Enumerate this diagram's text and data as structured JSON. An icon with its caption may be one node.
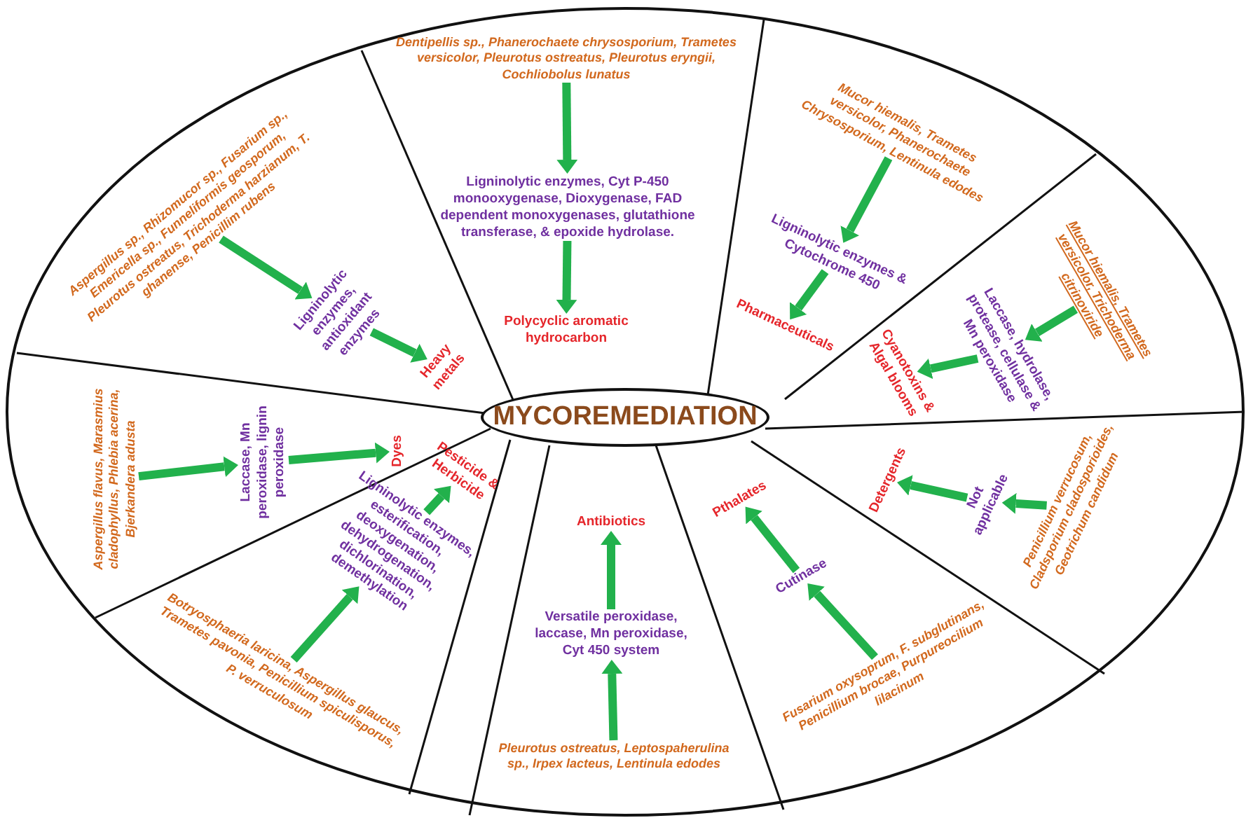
{
  "diagram": {
    "nodes": [
      {
        "text": [
          "MYCOREMEDIATION"
        ]
      },
      {
        "text": [
          "Aspergillus sp., Rhizomucor sp., Fusarium sp., Emericella sp., Funneliformis geosporum, Pleurotus ostreatus, Trichoderma harzianum, T. ghanense, Penicillim rubens"
        ]
      },
      {
        "text": [
          "Ligninolytic enzymes, antioxidant enzymes"
        ]
      },
      {
        "text": [
          "Heavy metals"
        ]
      },
      {
        "text": [
          "Dentipellis sp., Phanerochaete chrysosporium, Trametes versicolor, Pleurotus ostreatus, Pleurotus eryngii, Cochliobolus lunatus"
        ]
      },
      {
        "text": [
          "Ligninolytic enzymes, Cyt P-450 monooxygenase, Dioxygenase, FAD dependent monoxygenases, glutathione transferase, & epoxide hydrolase."
        ]
      },
      {
        "text": [
          "Polycyclic aromatic hydrocarbon"
        ]
      },
      {
        "text": [
          "Mucor hiemalis, Trametes versicolor, Phanerochaete Chrysosporium, Lentinula edodes"
        ]
      },
      {
        "text": [
          "Ligninolytic enzymes & Cytochrome 450"
        ]
      },
      {
        "text": [
          "Pharmaceuticals"
        ]
      },
      {
        "text": [
          "Mucor hiemalis, Trametes versicolor, Trichoderma citrinoviride"
        ]
      },
      {
        "text": [
          "Laccase, hydrolase, protease, cellulase & Mn peroxidase"
        ]
      },
      {
        "text": [
          "Cyanotoxins & Algal blooms"
        ]
      },
      {
        "text": [
          "Penicillium verrucosum, Cladsporium cladosporioides, Geotrichum candidum"
        ]
      },
      {
        "text": [
          "Not applicable"
        ]
      },
      {
        "text": [
          "Detergents"
        ]
      },
      {
        "text": [
          "Fusarium oxysoprum, F. subglutinans, Penicillium brocae, Purpureocilium lilacinum"
        ]
      },
      {
        "text": [
          "Cutinase"
        ]
      },
      {
        "text": [
          "Pthalates"
        ]
      },
      {
        "text": [
          "Pleurotus ostreatus, Leptospaherulina sp., Irpex lacteus, Lentinula edodes"
        ]
      },
      {
        "text": [
          "Versatile peroxidase, laccase, Mn peroxidase, Cyt 450 system"
        ]
      },
      {
        "text": [
          "Antibiotics"
        ]
      },
      {
        "text": [
          "Botryosphaeria laricina, Aspergillus glaucus, Trametes pavonia, Penicillium spiculisporus, P. verruculosum"
        ]
      },
      {
        "text": [
          "Ligninolytic enzymes, esterification, deoxygenation, dehydrogenation, dichlorination, demethylation"
        ]
      },
      {
        "text": [
          "Pesticide & Herbicide"
        ]
      },
      {
        "text": [
          "Aspergillus flavus, Marasmius cladophyllus, Phlebia acerina, Bjerkandera adusta"
        ]
      },
      {
        "text": [
          "Laccase, Mn peroxidase, lignin peroxidase"
        ]
      },
      {
        "text": [
          "Dyes"
        ]
      }
    ],
    "edges": [
      {
        "from": 1,
        "to": 2,
        "arrow": "to"
      },
      {
        "from": 2,
        "to": 3,
        "arrow": "to"
      },
      {
        "from": 4,
        "to": 5,
        "arrow": "to"
      },
      {
        "from": 5,
        "to": 6,
        "arrow": "to"
      },
      {
        "from": 7,
        "to": 8,
        "arrow": "to"
      },
      {
        "from": 8,
        "to": 9,
        "arrow": "to"
      },
      {
        "from": 10,
        "to": 11,
        "arrow": "to"
      },
      {
        "from": 11,
        "to": 12,
        "arrow": "to"
      },
      {
        "from": 13,
        "to": 14,
        "arrow": "to"
      },
      {
        "from": 14,
        "to": 15,
        "arrow": "to"
      },
      {
        "from": 16,
        "to": 17,
        "arrow": "to"
      },
      {
        "from": 17,
        "to": 18,
        "arrow": "to"
      },
      {
        "from": 19,
        "to": 20,
        "arrow": "to"
      },
      {
        "from": 20,
        "to": 21,
        "arrow": "to"
      },
      {
        "from": 22,
        "to": 23,
        "arrow": "to"
      },
      {
        "from": 23,
        "to": 24,
        "arrow": "to"
      },
      {
        "from": 25,
        "to": 26,
        "arrow": "to"
      },
      {
        "from": 26,
        "to": 27,
        "arrow": "to"
      }
    ]
  }
}
